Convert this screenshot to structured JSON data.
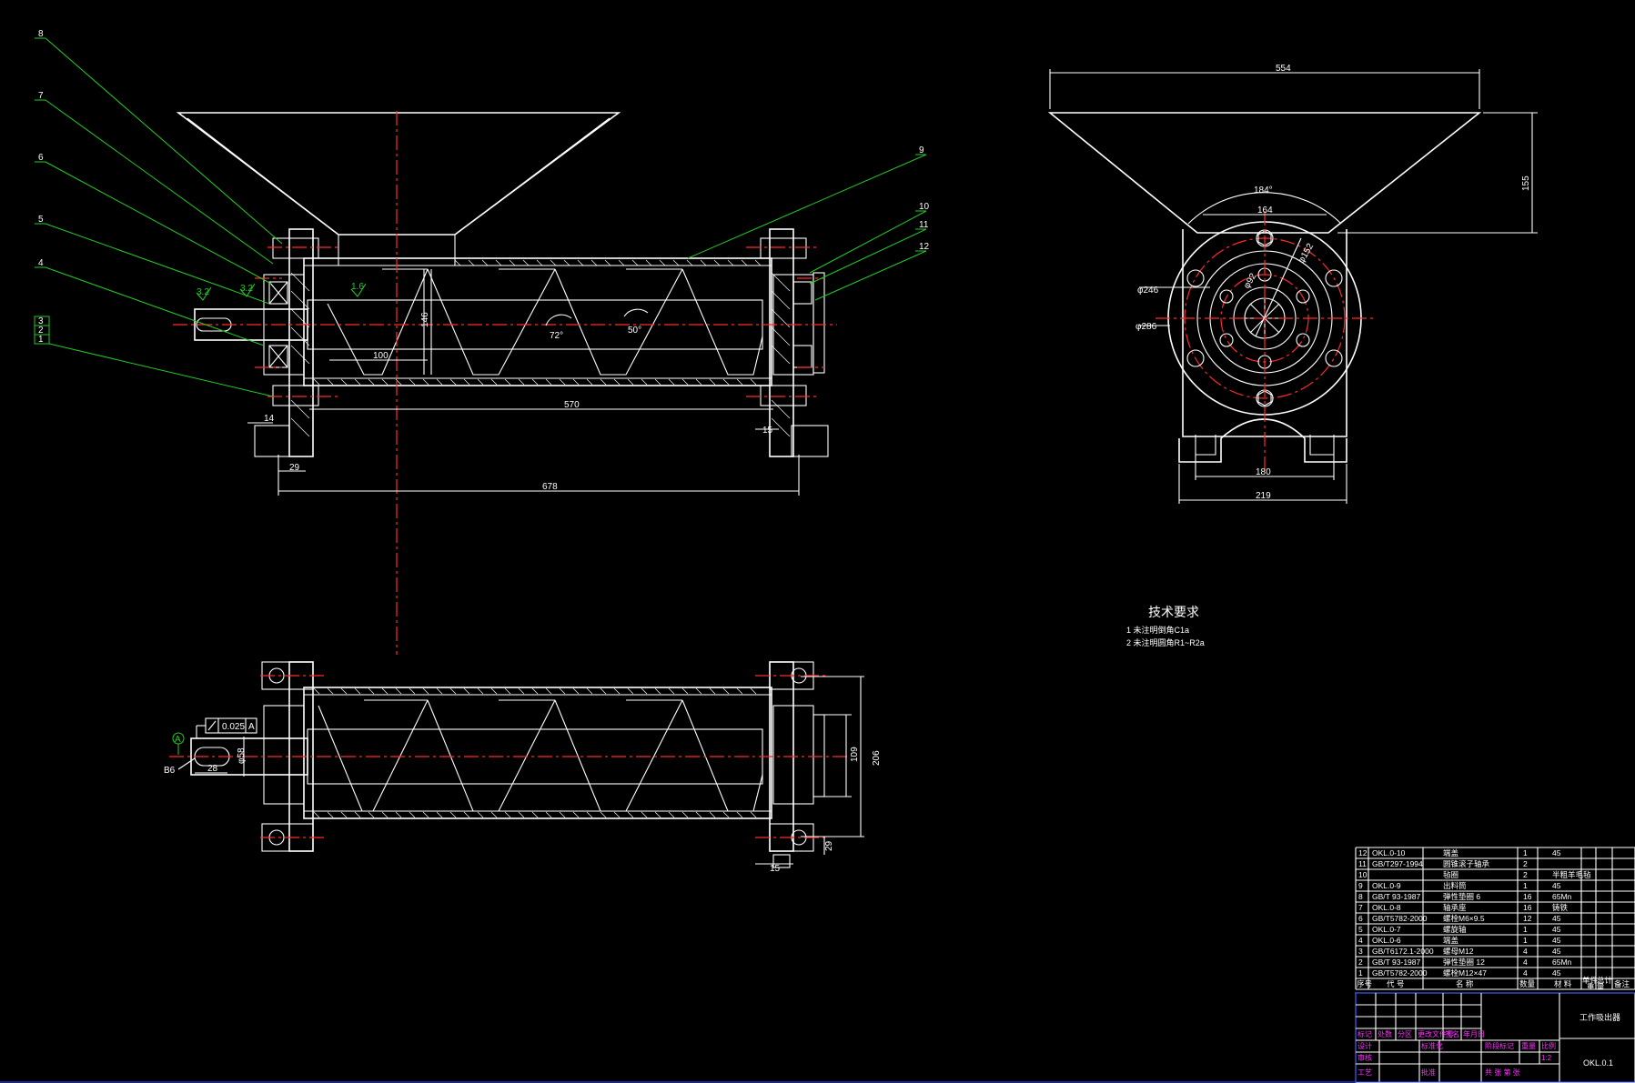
{
  "balloons": [
    "1",
    "2",
    "3",
    "4",
    "5",
    "6",
    "7",
    "8",
    "9",
    "10",
    "11",
    "12"
  ],
  "dims": {
    "front": {
      "d146": "146",
      "d100": "100",
      "d570": "570",
      "d14": "14",
      "d15": "15",
      "d29": "29",
      "d678": "678",
      "a72": "72°",
      "a50": "50°"
    },
    "plan": {
      "d58": "φ58",
      "d28": "28",
      "d109": "109",
      "d206": "206",
      "d29": "29",
      "d15": "15",
      "tol": "0.025",
      "datum": "A",
      "b6": "B6"
    },
    "side": {
      "d554": "554",
      "d155": "155",
      "a184": "184°",
      "d164": "164",
      "d246": "φ246",
      "d286": "φ286",
      "d180": "180",
      "d219": "219",
      "d152": "φ152",
      "d92": "φ92"
    },
    "rough": [
      "3.2",
      "3.2",
      "1.6"
    ]
  },
  "tech_req": {
    "title": "技术要求",
    "items": [
      "1 未注明倒角C1a",
      "2 未注明圆角R1~R2a"
    ]
  },
  "bom": {
    "rows": [
      {
        "no": "12",
        "code": "OKL.0-10",
        "name": "端盖",
        "qty": "1",
        "mat": "45"
      },
      {
        "no": "11",
        "code": "GB/T297-1994",
        "name": "圆锥滚子轴承",
        "qty": "2",
        "mat": ""
      },
      {
        "no": "10",
        "code": "",
        "name": "毡圈",
        "qty": "2",
        "mat": "半粗羊毛毡"
      },
      {
        "no": "9",
        "code": "OKL.0-9",
        "name": "出料筒",
        "qty": "1",
        "mat": "45"
      },
      {
        "no": "8",
        "code": "GB/T 93-1987",
        "name": "弹性垫圈 6",
        "qty": "16",
        "mat": "65Mn"
      },
      {
        "no": "7",
        "code": "OKL.0-8",
        "name": "轴承座",
        "qty": "16",
        "mat": "铸铁"
      },
      {
        "no": "6",
        "code": "GB/T5782-2000",
        "name": "螺栓M6×9.5",
        "qty": "12",
        "mat": "45"
      },
      {
        "no": "5",
        "code": "OKL.0-7",
        "name": "螺旋轴",
        "qty": "1",
        "mat": "45"
      },
      {
        "no": "4",
        "code": "OKL.0-6",
        "name": "端盖",
        "qty": "1",
        "mat": "45"
      },
      {
        "no": "3",
        "code": "GB/T6172.1-2000",
        "name": "螺母M12",
        "qty": "4",
        "mat": "45"
      },
      {
        "no": "2",
        "code": "GB/T 93-1987",
        "name": "弹性垫圈 12",
        "qty": "4",
        "mat": "65Mn"
      },
      {
        "no": "1",
        "code": "GB/T5782-2000",
        "name": "螺栓M12×47",
        "qty": "4",
        "mat": "45"
      }
    ],
    "header": {
      "no": "序号",
      "code": "代 号",
      "name": "名 称",
      "qty": "数量",
      "mat": "材 料",
      "w1": "单件",
      "w2": "总计",
      "w3": "重 量",
      "note": "备注"
    }
  },
  "title_block": {
    "labels": [
      "标记",
      "处数",
      "分区",
      "更改文件号",
      "签名",
      "年月日",
      "设计",
      "标准化",
      "阶段标记",
      "重量",
      "比例",
      "审核",
      "工艺",
      "批准",
      "共 张 第 张"
    ],
    "scale": "1:2",
    "part_name": "工作吸出器",
    "drawing_no": "OKL.0.1"
  }
}
